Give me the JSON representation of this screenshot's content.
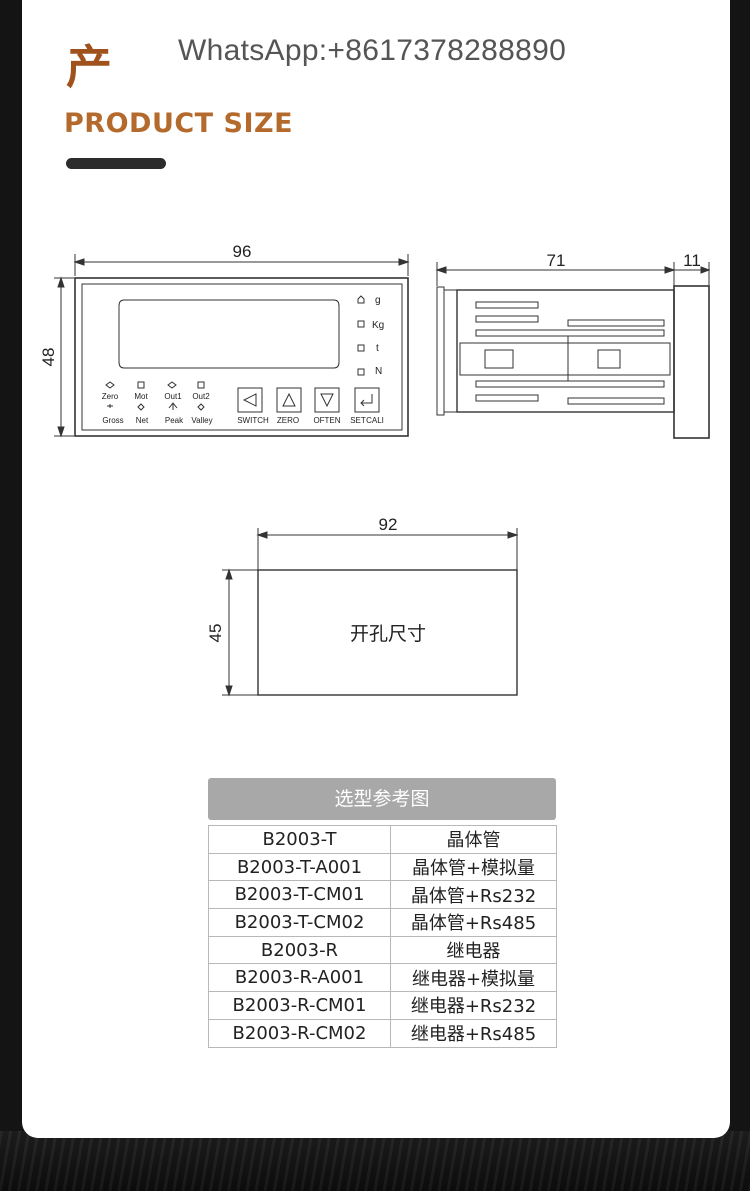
{
  "header": {
    "title_cn": "产",
    "watermark": "WhatsApp:+8617378288890",
    "title_en": "PRODUCT SIZE"
  },
  "front_view": {
    "dim_width": "96",
    "dim_height": "48",
    "units": [
      "g",
      "Kg",
      "t",
      "N"
    ],
    "status_top": [
      "Zero",
      "Mot",
      "Out1",
      "Out2"
    ],
    "status_bottom": [
      "Gross",
      "Net",
      "Peak",
      "Valley"
    ],
    "buttons": [
      "SWITCH",
      "ZERO",
      "OFTEN",
      "SET",
      "CALI"
    ]
  },
  "side_view": {
    "dim_depth": "71",
    "dim_bezel": "11"
  },
  "cutout": {
    "dim_width": "92",
    "dim_height": "45",
    "label": "开孔尺寸"
  },
  "models": {
    "header": "选型参考图",
    "rows": [
      {
        "model": "B2003-T",
        "desc": "晶体管"
      },
      {
        "model": "B2003-T-A001",
        "desc": "晶体管+模拟量"
      },
      {
        "model": "B2003-T-CM01",
        "desc": "晶体管+Rs232"
      },
      {
        "model": "B2003-T-CM02",
        "desc": "晶体管+Rs485"
      },
      {
        "model": "B2003-R",
        "desc": "继电器"
      },
      {
        "model": "B2003-R-A001",
        "desc": "继电器+模拟量"
      },
      {
        "model": "B2003-R-CM01",
        "desc": "继电器+Rs232"
      },
      {
        "model": "B2003-R-CM02",
        "desc": "继电器+Rs485"
      }
    ]
  },
  "colors": {
    "accent": "#a0521c",
    "title_en": "#b36a2c",
    "table_header": "#a8a8a8"
  }
}
